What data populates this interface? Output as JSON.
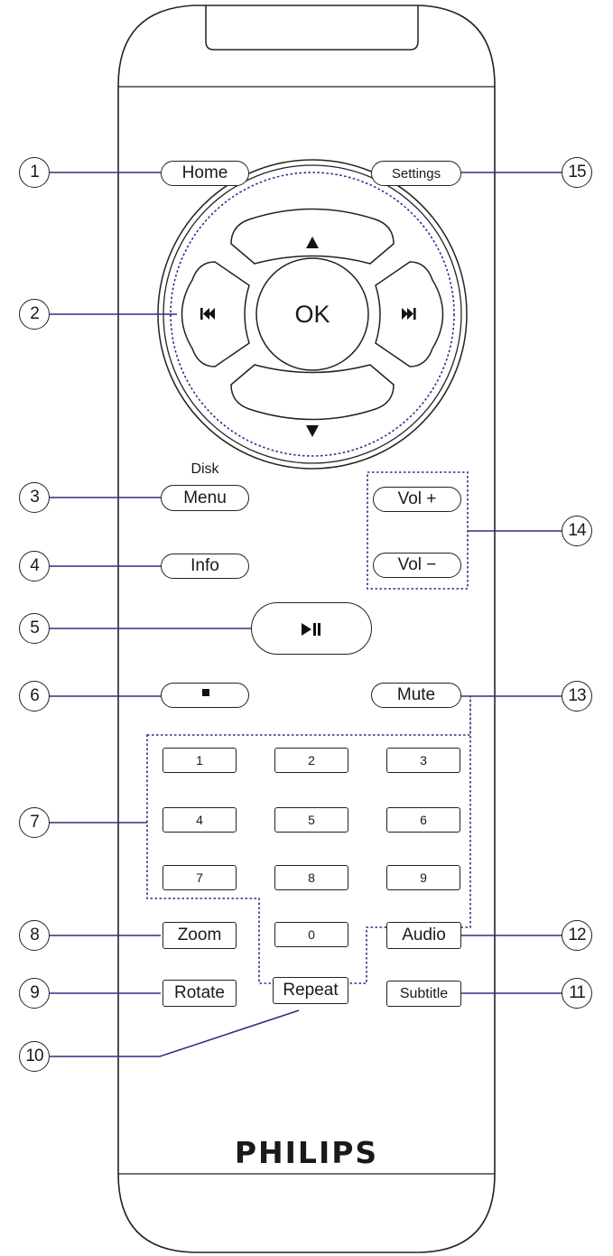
{
  "remote": {
    "brand": "PHILIPS",
    "buttons": {
      "home": "Home",
      "settings": "Settings",
      "ok": "OK",
      "disk_top": "Disk",
      "menu": "Menu",
      "info": "Info",
      "vol_up": "Vol +",
      "vol_down": "Vol −",
      "mute": "Mute",
      "zoom": "Zoom",
      "audio": "Audio",
      "rotate": "Rotate",
      "repeat": "Repeat",
      "subtitle": "Subtitle",
      "digits": [
        "1",
        "2",
        "3",
        "4",
        "5",
        "6",
        "7",
        "8",
        "9",
        "0"
      ]
    },
    "icons": {
      "up": "up-arrow-icon",
      "down": "down-arrow-icon",
      "previous": "previous-track-icon",
      "next": "next-track-icon",
      "play_pause": "play-pause-icon",
      "stop": "stop-icon"
    }
  },
  "callouts": [
    "1",
    "2",
    "3",
    "4",
    "5",
    "6",
    "7",
    "8",
    "9",
    "10",
    "11",
    "12",
    "13",
    "14",
    "15"
  ],
  "colors": {
    "outline": "#222222",
    "leader": "#2e2e82",
    "dotted": "#2d2d8c"
  }
}
